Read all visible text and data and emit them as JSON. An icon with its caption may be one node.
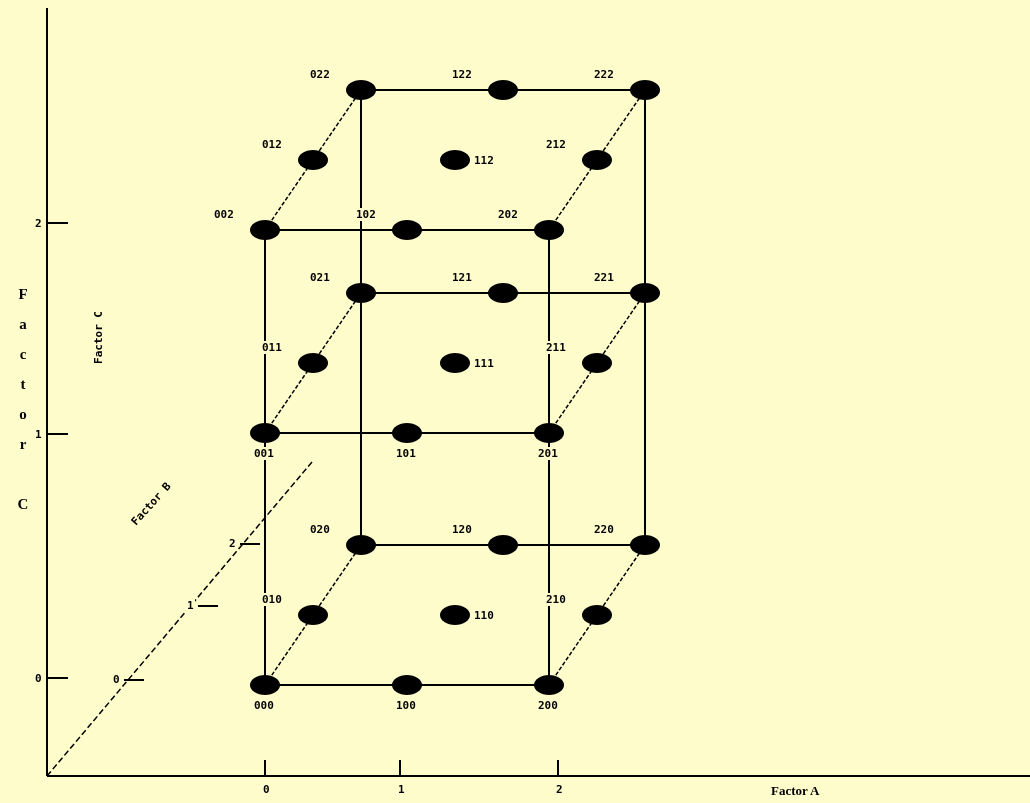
{
  "diagram": {
    "labels": [
      "000",
      "100",
      "200",
      "010",
      "110",
      "210",
      "020",
      "120",
      "220",
      "001",
      "101",
      "201",
      "011",
      "111",
      "211",
      "021",
      "121",
      "221",
      "002",
      "102",
      "202",
      "012",
      "112",
      "212",
      "022",
      "122",
      "222",
      "0",
      "1",
      "2",
      "0",
      "1",
      "2",
      "0",
      "1",
      "2",
      "Factor A",
      "Factor B",
      "Factor C",
      "Factor C"
    ]
  }
}
